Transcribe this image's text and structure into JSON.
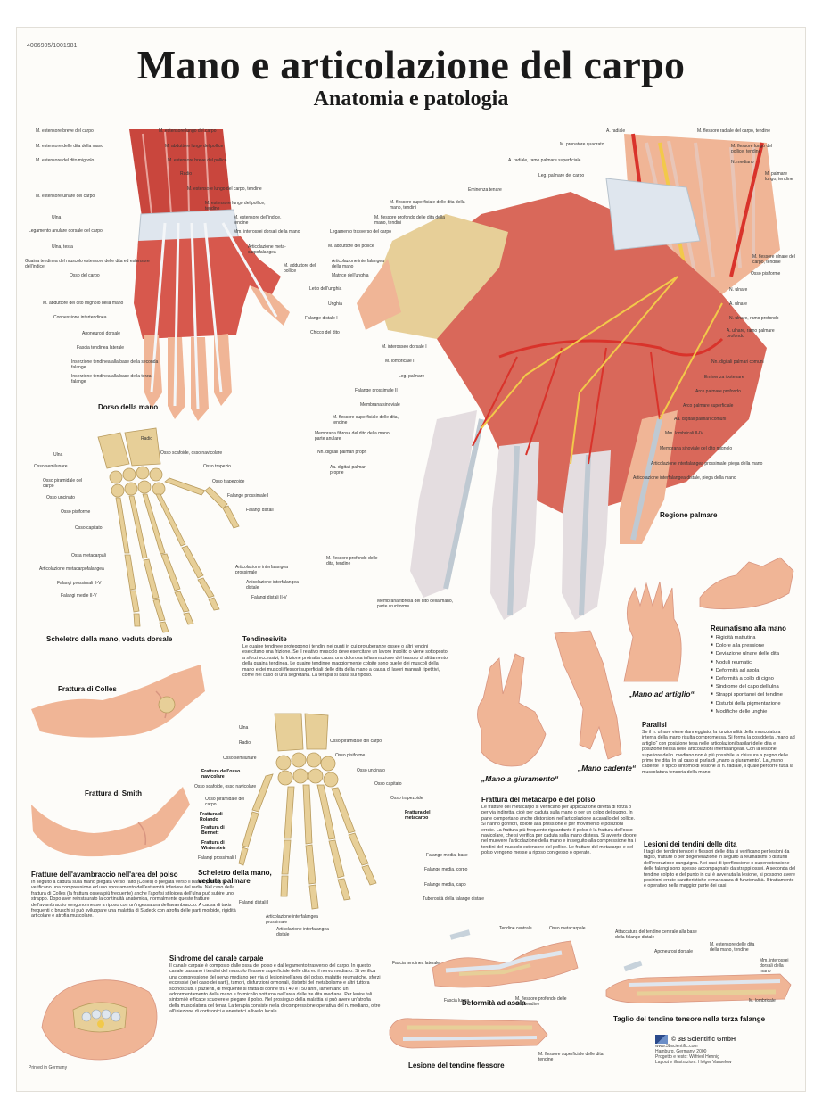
{
  "header": {
    "code": "4006905/1001981",
    "title": "Mano e articolazione del carpo",
    "subtitle": "Anatomia e patologia"
  },
  "dorso": {
    "caption": "Dorso della mano",
    "labels_left": [
      "M. estensore breve del carpo",
      "M. estensore delle dita della mano",
      "M. estensore del dito mignolo",
      "M. estensore ulnare del carpo",
      "Ulna",
      "Legamento anulare dorsale del carpo",
      "Ulna, testa",
      "Guaina tendinea del muscolo estensore delle dita ed estensore dell'indice",
      "Osso del carpo",
      "M. abduttore del dito mignolo della mano",
      "Connessione intertendinea",
      "Aponeurosi dorsale",
      "Fascia tendinea laterale",
      "Inserzione tendinea alla base della seconda falange",
      "Inserzione tendinea alla base della terza falange"
    ],
    "labels_right": [
      "M. estensore lungo del carpo",
      "M. abduttore lungo del pollice",
      "M. estensore breve del pollice",
      "Radio",
      "M. estensore lungo del carpo, tendine",
      "M. estensore lungo del pollice, tendine",
      "M. estensore dell'indice, tendine",
      "Mm. interossei dorsali della mano",
      "Articolazione meta-carpofalangea",
      "M. adduttore del pollice"
    ]
  },
  "palmare": {
    "caption": "Regione palmare",
    "labels_left": [
      "M. pronatore quadrato",
      "A. radiale, ramo palmare superficiale",
      "Leg. palmare del carpo",
      "Eminenza tenare",
      "M. flessore superficiale delle dita della mano, tendini",
      "M. flessore profondo delle dita della mano, tendini",
      "Legamento trasverso del carpo",
      "M. adduttore del pollice",
      "Articolazione interfalangea della mano",
      "Matrice dell'unghia",
      "Letto dell'unghia",
      "Unghia",
      "Falange distale I",
      "Chicco del dito",
      "M. interosseo dorsale I",
      "M. lombricale I",
      "Leg. palmare",
      "Falange prossimale II",
      "Membrana sinoviale",
      "M. flessore superficiale delle dita, tendine",
      "Membrana fibrosa del dito della mano, parte anulare",
      "Nn. digitali palmari propri",
      "Aa. digitali palmari proprie",
      "M. flessore profondo delle dita, tendine",
      "Membrana fibrosa del dito della mano, parte cruciforme"
    ],
    "labels_right": [
      "A. radiale",
      "M. flessore radiale del carpo, tendine",
      "M. flessore lungo del pollice, tendine",
      "N. mediano",
      "M. palmare lungo, tendine",
      "M. flessore ulnare del carpo, tendine",
      "Osso pisiforme",
      "N. ulnare",
      "A. ulnare",
      "N. ulnare, ramo profondo",
      "A. ulnare, ramo palmare profondo",
      "Nn. digitali palmari comuni",
      "Eminenza ipotenare",
      "Arco palmare profondo",
      "Arco palmare superficiale",
      "Aa. digitali palmari comuni",
      "Mm. lombricali II-IV",
      "Membrana sinoviale del dito mignolo",
      "Articolazione interfalangea prossimale, piega della mano",
      "Articolazione interfalangea distale, piega della mano"
    ]
  },
  "scheletro_dorsale": {
    "caption": "Scheletro della mano, veduta dorsale",
    "labels_left": [
      "Ulna",
      "Osso semilunare",
      "Osso piramidale del carpo",
      "Osso uncinato",
      "Osso pisiforme",
      "Osso capitato",
      "Ossa metacarpali",
      "Articolazione metacarpofalangea",
      "Falangi prossimali II-V",
      "Falangi medie II-V"
    ],
    "labels_right": [
      "Radio",
      "Osso scafoide, osso navicolare",
      "Osso trapezio",
      "Osso trapezoide",
      "Falange prossimale I",
      "Falangi distali I",
      "Articolazione interfalangea prossimale",
      "Articolazione interfalangea distale",
      "Falangi distali II-V"
    ]
  },
  "tendinosite": {
    "title": "Tendinosivite",
    "text": "Le guaine tendinee proteggono i tendini nei punti in cui protuberanze ossee o altri tendini esercitano una frizione. Se il relativo muscolo deve esercitare un lavoro insolito o viene sottoposto a sforzi eccessivi, la frizione protratta causa una dolorosa infiammazione del tessuto di slittamento della guaina tendinea. Le guaine tendinee maggiormente colpite sono quelle dei muscoli della mano e dei muscoli flessori superficiali delle dita della mano a causa di lavori manuali ripetitivi, come nel caso di una segretaria. La terapia si basa sul riposo."
  },
  "colles": {
    "caption": "Frattura di Colles"
  },
  "smith": {
    "caption": "Frattura di Smith"
  },
  "avambraccio": {
    "title": "Fratture dell'avambraccio nell'area del polso",
    "text": "In seguito a caduta sulla mano piegata verso l'alto (Colles) o piegata verso il basso (Smith) si verificano una compressione ed uno spostamento dell'estremità inferiore del radio. Nel caso della frattura di Colles (la frattura ossea più frequente) anche l'apofisi stiloidea dell'ulna può subire uno strappo. Dopo aver reinstaurato la continuità anatomica, normalmente queste fratture dell'avambraccio vengono messe a riposo con un'ingessatura dell'avambraccio. A causa di taxis frequenti o bruschi si può sviluppare una malattia di Sudeck con atrofia delle parti morbide, rigidità articolare e atrofia muscolare."
  },
  "scheletro_palmare": {
    "caption": "Scheletro della mano, veduta palmare",
    "labels_left": [
      "Ulna",
      "Radio",
      "Osso semilunare",
      "Frattura dell'osso navicolare",
      "Osso scafoide, osso navicolare",
      "Osso piramidale del carpo",
      "Frattura di Rolando",
      "Frattura di Bennett",
      "Frattura di Winterstein",
      "Falangi prossimali I",
      "Falangi distali I",
      "Articolazione interfalangea prossimale",
      "Articolazione interfalangea distale"
    ],
    "labels_right": [
      "Osso piramidale del carpo",
      "Osso pisiforme",
      "Osso uncinato",
      "Osso capitato",
      "Osso trapezoide",
      "Frattura del metacarpo",
      "Falange media, base",
      "Falange media, corpo",
      "Falange media, capo",
      "Tuberosità della falange distale"
    ]
  },
  "reumatismo": {
    "title": "Reumatismo alla mano",
    "items": [
      "Rigidità mattutina",
      "Dolore alla pressione",
      "Deviazione ulnare delle dita",
      "Noduli reumatici",
      "Deformità ad asola",
      "Deformità a collo di cigno",
      "Sindrome del capo dell'ulna",
      "Strappi spontanei del tendine",
      "Disturbi della pigmentazione",
      "Modifiche delle unghie"
    ]
  },
  "artiglio": {
    "caption": "„Mano ad artiglio“"
  },
  "giuramento": {
    "caption": "„Mano a giuramento“"
  },
  "cadente": {
    "caption": "„Mano cadente“"
  },
  "paralisi": {
    "title": "Paralisi",
    "text": "Se il n. ulnare viene danneggiato, la funzionalità della muscolatura interna della mano risulta compromessa. Si forma la cosiddetta „mano ad artiglio“ con posizione tesa nelle articolazioni basilari delle dita e posizione flessa nelle articolazioni interfalangeali. Con la lesione superiore del n. mediano non è più possibile la chiusura a pugno delle prime tre dita. In tal caso si parla di „mano a giuramento“. La „mano cadente“ è tipico sintomo di lesione al n. radiale, il quale percorre tutta la muscolatura tensoria della mano."
  },
  "metacarpo": {
    "title": "Frattura del metacarpo e del polso",
    "text": "Le fratture del metacarpo si verificano per applicazione diretta di forza o per via indiretta, cioè per caduta sulla mano o per un colpo del pugno. In parte comportano anche distorsioni nell'articolazione a cavallo del pollice. Si hanno gonfiori, dolore alla pressione e per movimento e posizioni errate. La frattura più frequente riguardante il polso è la frattura dell'osso navicolare, che si verifica per caduta sulla mano distesa. Si avverte dolore nel muovere l'articolazione della mano e in seguito alla compressione tra i tendini del muscolo estensore del pollice. Le fratture del metacarpo e del polso vengono messe a riposo con gesso o operate."
  },
  "lesioni": {
    "title": "Lesioni dei tendini delle dita",
    "text": "I tagli dei tendini tensori e flessori delle dita si verificano per lesioni da taglio, fratture o per degenerazione in seguito a reumatismi o disturbi dell'irrorazione sanguigna. Nei casi di iperflessione o superestensione delle falangi sono spesso accompagnate da strappi ossei. A seconda del tendine colpito e del punto in cui è avvenuta la lesione, si possono avere posizioni errate caratteristiche e mancanza di funzionalità. Il trattamento è operativo nella maggior parte dei casi."
  },
  "carpale": {
    "title": "Sindrome del canale carpale",
    "text": "Il canale carpale è composto dalle ossa del polso e dal legamento trasverso del carpo. In questo canale passano i tendini del muscolo flessore superficiale delle dita ed il nervo mediano. Si verifica una compressione del nervo mediano per via di lesioni nell'area del polso, malattie reumatiche, sforzi eccessivi (nel caso dei sarti), tumori, disfunzioni ormonali, disturbi del metabolismo e altri tuttora sconosciuti. I pazienti, di frequente si tratta di donne tra i 40 e i 50 anni, lamentano un addormentamento della mano e formicolio notturno nell'area delle tre dita mediane. Per lenire tali sintomi è efficace scuotere e piegare il polso. Nel prosieguo della malattia si può avere un'atrofia della muscolatura del tenar. La terapia consiste nella decompressione operativa del n. mediano, oltre all'iniezione di cortisonici e anestetici a livello locale."
  },
  "asola": {
    "caption": "Deformità ad asola",
    "labels": [
      "Tendine centrale",
      "Osso metacarpale",
      "Fascia tendinea laterale"
    ]
  },
  "terza_falange": {
    "caption": "Taglio del tendine tensore nella terza falange",
    "labels": [
      "Attaccatura del tendine centrale alla base della falange distale",
      "Aponeurosi dorsale",
      "M. estensore delle dita della mano, tendine",
      "Mm. interossei dorsali della mano",
      "M. lombricale"
    ]
  },
  "flessore": {
    "caption": "Lesione del tendine flessore",
    "labels": [
      "Fascia lunga",
      "M. flessore profondo delle dita, tendine",
      "M. flessore superficiale delle dita, tendine"
    ]
  },
  "footer": {
    "brand": "© 3B Scientific GmbH",
    "web": "www.3bscientific.com",
    "city": "Hamburg, Germany, 2000",
    "project": "Progetto e testo: Wilfried Hennig",
    "layout": "Layout e illustrazioni: Holger Vanselow",
    "printed": "Printed in Germany"
  },
  "colors": {
    "muscle": "#c9463d",
    "bone": "#e7cf98",
    "skin": "#f0b596",
    "tendon": "#dfe6ee",
    "nerve": "#f2c94a",
    "artery": "#d9332b"
  }
}
